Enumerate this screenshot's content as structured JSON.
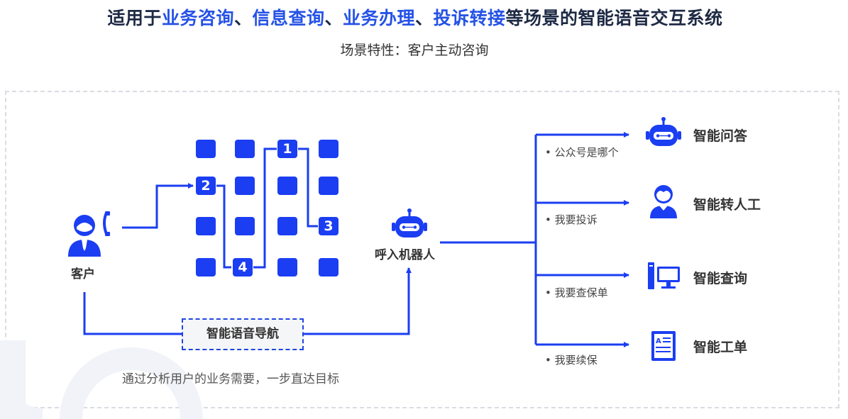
{
  "header": {
    "title_prefix": "适用于",
    "scenario_1": "业务咨询",
    "sep_1": "、",
    "scenario_2": "信息查询",
    "sep_2": "、",
    "scenario_3": "业务办理",
    "sep_3": "、",
    "scenario_4": "投诉转接",
    "title_suffix": "等场景的智能语音交互系统",
    "subtitle": "场景特性：客户主动咨询",
    "highlight_color": "#2552e6"
  },
  "diagram": {
    "customer_label": "客户",
    "grid_numbers": [
      "1",
      "2",
      "3",
      "4"
    ],
    "nav_label": "智能语音导航",
    "caption": "通过分析用户的业务需要，一步直达目标",
    "robot_label": "呼入机器人",
    "branches": [
      {
        "utterance": "公众号是哪个",
        "target": "智能问答",
        "icon": "robot-icon"
      },
      {
        "utterance": "我要投诉",
        "target": "智能转人工",
        "icon": "agent-icon"
      },
      {
        "utterance": "我要查保单",
        "target": "智能查询",
        "icon": "computer-icon"
      },
      {
        "utterance": "我要续保",
        "target": "智能工单",
        "icon": "document-icon"
      }
    ],
    "accent_color": "#1b3ef2"
  }
}
